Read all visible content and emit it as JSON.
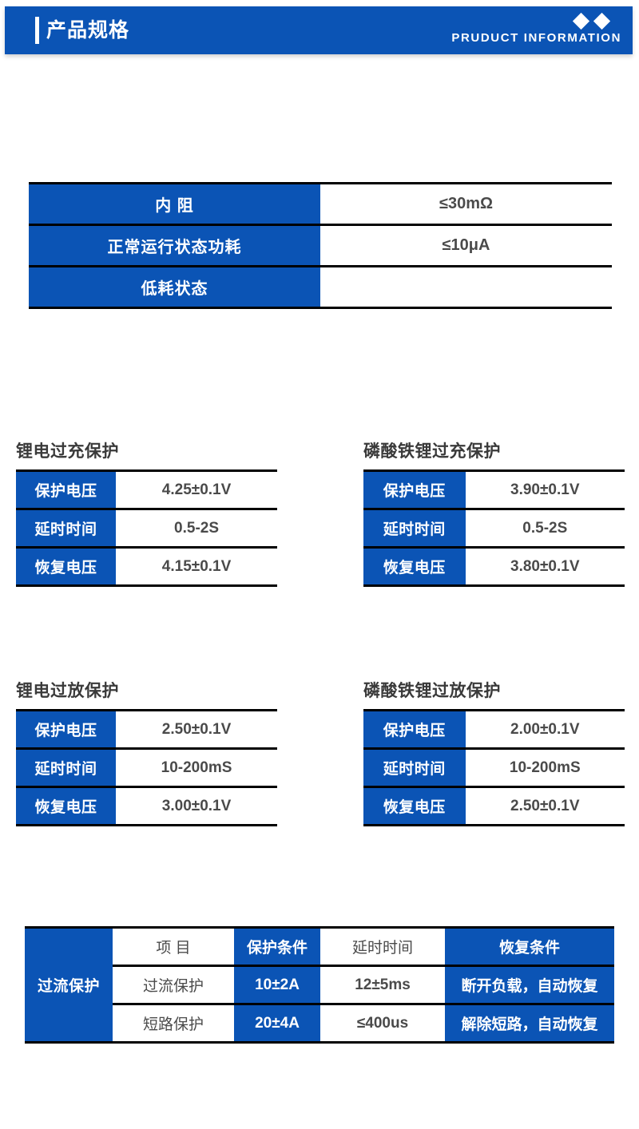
{
  "header": {
    "title": "产品规格",
    "subtitle_en": "PRUDUCT INFORMATION",
    "accent_color": "#0B54B5",
    "diamond_icon_1": "diamond-icon",
    "diamond_icon_2": "diamond-icon"
  },
  "spec_table": {
    "rows": [
      {
        "label": "内  阻",
        "value": "≤30mΩ"
      },
      {
        "label": "正常运行状态功耗",
        "value": "≤10μA"
      },
      {
        "label": "低耗状态",
        "value": ""
      }
    ]
  },
  "sections": [
    {
      "title": "锂电过充保护",
      "rows": [
        {
          "label": "保护电压",
          "value": "4.25±0.1V"
        },
        {
          "label": "延时时间",
          "value": "0.5-2S"
        },
        {
          "label": "恢复电压",
          "value": "4.15±0.1V"
        }
      ]
    },
    {
      "title": "磷酸铁锂过充保护",
      "rows": [
        {
          "label": "保护电压",
          "value": "3.90±0.1V"
        },
        {
          "label": "延时时间",
          "value": "0.5-2S"
        },
        {
          "label": "恢复电压",
          "value": "3.80±0.1V"
        }
      ]
    },
    {
      "title": "锂电过放保护",
      "rows": [
        {
          "label": "保护电压",
          "value": "2.50±0.1V"
        },
        {
          "label": "延时时间",
          "value": "10-200mS"
        },
        {
          "label": "恢复电压",
          "value": "3.00±0.1V"
        }
      ]
    },
    {
      "title": "磷酸铁锂过放保护",
      "rows": [
        {
          "label": "保护电压",
          "value": "2.00±0.1V"
        },
        {
          "label": "延时时间",
          "value": "10-200mS"
        },
        {
          "label": "恢复电压",
          "value": "2.50±0.1V"
        }
      ]
    }
  ],
  "current_table": {
    "side_label": "过流保护",
    "headers": {
      "item": "项  目",
      "protection": "保护条件",
      "delay": "延时时间",
      "recovery": "恢复条件"
    },
    "rows": [
      {
        "item": "过流保护",
        "protection": "10±2A",
        "delay": "12±5ms",
        "recovery": "断开负载，自动恢复"
      },
      {
        "item": "短路保护",
        "protection": "20±4A",
        "delay": "≤400us",
        "recovery": "解除短路，自动恢复"
      }
    ]
  }
}
